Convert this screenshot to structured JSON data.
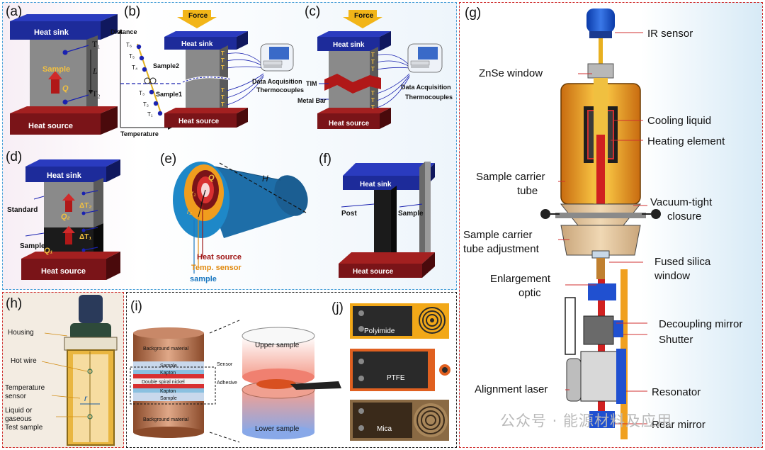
{
  "panels": {
    "a": {
      "label": "(a)",
      "heat_sink": "Heat sink",
      "heat_source": "Heat source",
      "sample": "Sample",
      "q": "Q",
      "t1": "T₁",
      "t2": "T₂",
      "l": "L"
    },
    "b": {
      "label": "(b)",
      "force": "Force",
      "heat_sink": "Heat sink",
      "heat_source": "Heat source",
      "distance": "Distance",
      "temperature": "Temperature",
      "sample2": "Sample2",
      "sample1": "Sample1",
      "data_acq": "Data Acquisition",
      "thermocouples": "Thermocouples",
      "t_labels": [
        "T₆",
        "T₅",
        "T₄",
        "T₃",
        "T₂",
        "T₁"
      ]
    },
    "c": {
      "label": "(c)",
      "force": "Force",
      "heat_sink": "Heat sink",
      "heat_source": "Heat source",
      "tim": "TIM",
      "metal_bar": "Metal Bar",
      "data_acq": "Data Acquisition",
      "thermocouples": "Thermocouples"
    },
    "d": {
      "label": "(d)",
      "heat_sink": "Heat sink",
      "heat_source": "Heat source",
      "standard": "Standard",
      "sample": "Sample",
      "q2": "Q₂",
      "q1": "Q₁",
      "dt2": "ΔT₂",
      "dt1": "ΔT₁"
    },
    "e": {
      "label": "(e)",
      "h": "H",
      "q": "Q",
      "r1": "r₁",
      "r2": "r₂",
      "heat_source": "Heat source",
      "temp_sensor": "Temp. sensor",
      "sample": "sample",
      "colors": {
        "heat_source": "#a01818",
        "temp_sensor": "#e08a10",
        "sample": "#1c78c0"
      }
    },
    "f": {
      "label": "(f)",
      "heat_sink": "Heat sink",
      "heat_source": "Heat source",
      "post": "Post",
      "sample": "Sample"
    },
    "g": {
      "label": "(g)",
      "callouts": [
        "IR sensor",
        "ZnSe window",
        "Cooling liquid",
        "Heating element",
        "Sample carrier tube",
        "Vacuum-tight closure",
        "Sample carrier tube adjustment",
        "Fused silica window",
        "Enlargement optic",
        "Decoupling mirror",
        "Shutter",
        "Alignment laser",
        "Resonator",
        "Rear mirror"
      ]
    },
    "h": {
      "label": "(h)",
      "callouts": [
        "Housing",
        "Hot wire",
        "Temperature sensor",
        "Liquid or gaseous Test sample"
      ],
      "r": "r"
    },
    "i": {
      "label": "(i)",
      "layers": [
        "Background material",
        "Sample",
        "Kapton",
        "Double spiral nickel",
        "Kapton",
        "Sample",
        "Background material"
      ],
      "sensor": "Sensor",
      "adhesive": "Adhesive",
      "upper_sample": "Upper sample",
      "lower_sample": "Lower sample"
    },
    "j": {
      "label": "(j)",
      "sensors": [
        "Polyimide",
        "PTFE",
        "Mica"
      ]
    }
  },
  "watermark": "公众号 · 能源材料及应用",
  "colors": {
    "heat_sink": "#1d2b9a",
    "heat_source": "#7a1418",
    "blue_frame": "#4aa0d8",
    "red_frame": "#d03030",
    "black_frame": "#222222"
  }
}
